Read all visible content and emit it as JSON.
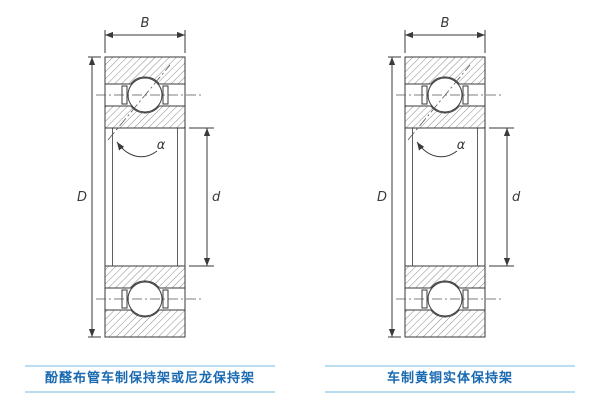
{
  "figure": {
    "panels": [
      {
        "id": "left",
        "caption": "酚醛布管车制保持架或尼龙保持架",
        "labels": {
          "width": "B",
          "outer_diameter": "D",
          "bore": "d",
          "contact_angle": "α"
        }
      },
      {
        "id": "right",
        "caption": "车制黄铜实体保持架",
        "labels": {
          "width": "B",
          "outer_diameter": "D",
          "bore": "d",
          "contact_angle": "α"
        }
      }
    ]
  },
  "colors": {
    "caption_text": "#1a6ab2",
    "caption_rule": "#b9ddf1",
    "line": "#3a3a3a"
  }
}
